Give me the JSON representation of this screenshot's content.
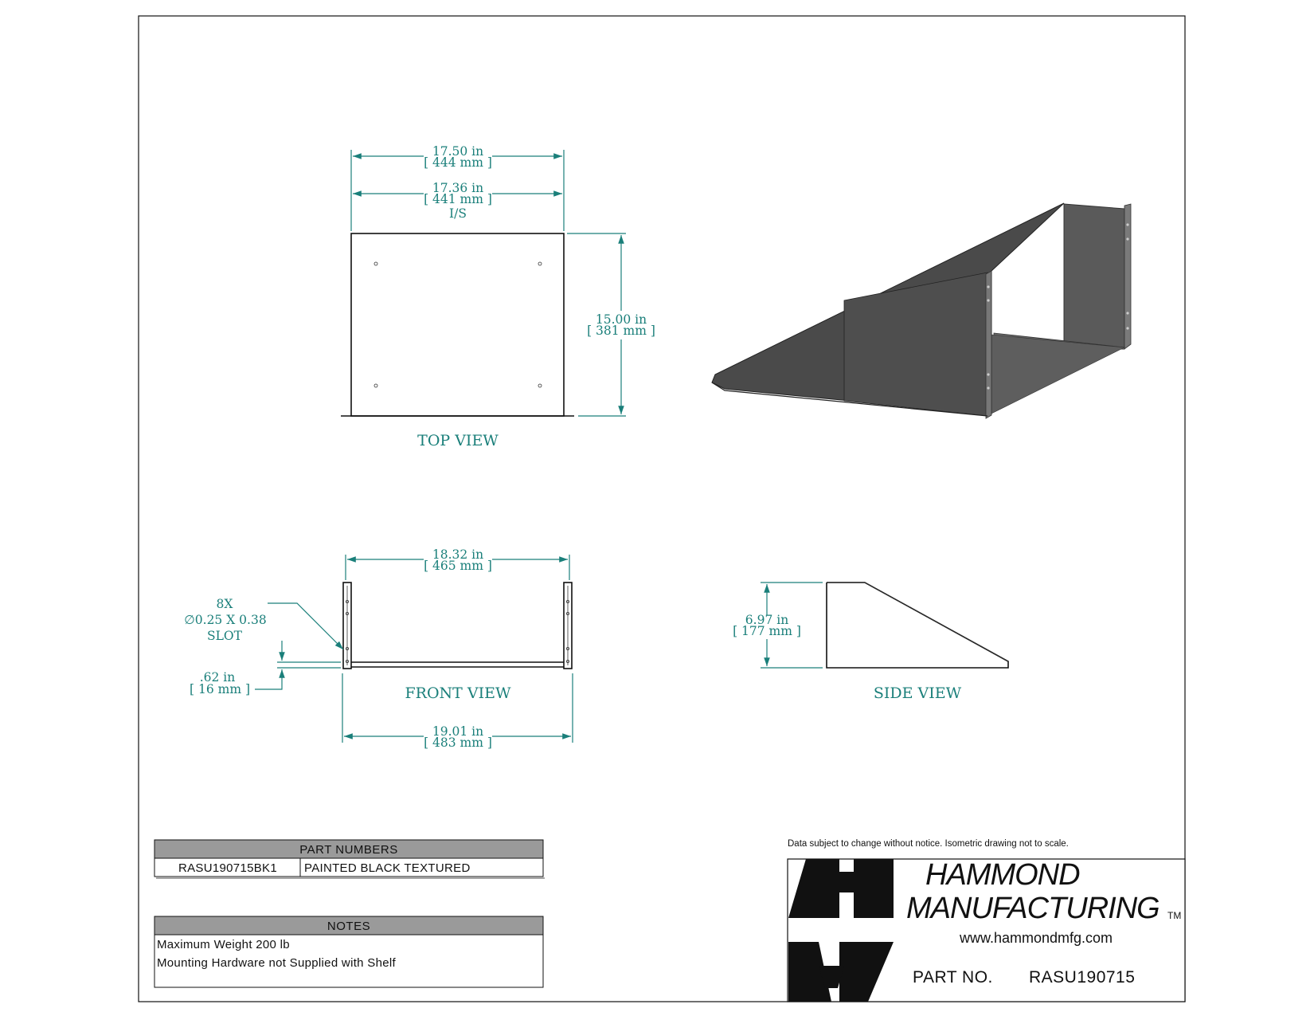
{
  "dimensions": {
    "top_outer_in": "17.50 in",
    "top_outer_mm": "[ 444 mm ]",
    "top_inner_in": "17.36 in",
    "top_inner_mm": "[ 441 mm ]",
    "top_inner_note": "I/S",
    "top_depth_in": "15.00 in",
    "top_depth_mm": "[ 381 mm ]",
    "front_inner_in": "18.32 in",
    "front_inner_mm": "[ 465 mm ]",
    "front_overall_in": "19.01 in",
    "front_overall_mm": "[ 483 mm ]",
    "slot_count": "8X",
    "slot_size": "∅0.25 X 0.38",
    "slot_label": "SLOT",
    "flange_in": ".62 in",
    "flange_mm": "[ 16 mm ]",
    "side_height_in": "6.97 in",
    "side_height_mm": "[ 177 mm ]"
  },
  "views": {
    "top": "TOP VIEW",
    "front": "FRONT VIEW",
    "side": "SIDE VIEW"
  },
  "part_numbers": {
    "header": "PART NUMBERS",
    "rows": [
      {
        "part": "RASU190715BK1",
        "description": "PAINTED BLACK TEXTURED"
      }
    ]
  },
  "notes": {
    "header": "NOTES",
    "lines": [
      "Maximum Weight 200 lb",
      "Mounting Hardware not Supplied with Shelf"
    ]
  },
  "title_block": {
    "disclaimer": "Data subject to change without notice. Isometric drawing not to scale.",
    "brand_line1": "HAMMOND",
    "brand_line2": "MANUFACTURING",
    "trademark": "TM",
    "website": "www.hammondmfg.com",
    "part_no_label": "PART NO.",
    "part_no_value": "RASU190715"
  },
  "colors": {
    "dimension": "#1a7f7a",
    "table_header": "#9a9a9a",
    "shelf_dark": "#4a4a4a",
    "shelf_light": "#6a6a6a"
  }
}
